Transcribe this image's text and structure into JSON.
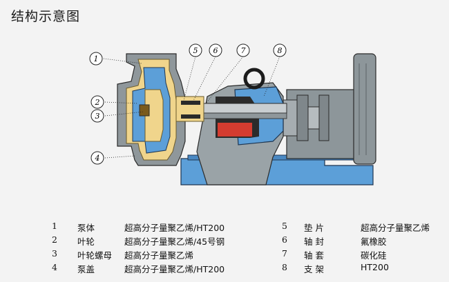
{
  "title": "结构示意图",
  "callouts": [
    "1",
    "2",
    "3",
    "4",
    "5",
    "6",
    "7",
    "8"
  ],
  "parts": [
    {
      "num": "1",
      "name": "泵体",
      "material": "超高分子量聚乙烯/HT200"
    },
    {
      "num": "2",
      "name": "叶轮",
      "material": "超高分子量聚乙烯/45号钢"
    },
    {
      "num": "3",
      "name": "叶轮螺母",
      "material": "超高分子量聚乙烯"
    },
    {
      "num": "4",
      "name": "泵盖",
      "material": "超高分子量聚乙烯/HT200"
    },
    {
      "num": "5",
      "name": "垫 片",
      "material": "超高分子量聚乙烯"
    },
    {
      "num": "6",
      "name": "轴 封",
      "material": "氟橡胶"
    },
    {
      "num": "7",
      "name": "轴 套",
      "material": "碳化硅"
    },
    {
      "num": "8",
      "name": "支 架",
      "material": "HT200"
    }
  ],
  "colors": {
    "metal": "#8f979b",
    "liner": "#f0d58c",
    "blue": "#5c9fd8",
    "dark": "#2c2c2c",
    "red": "#d43c30"
  }
}
